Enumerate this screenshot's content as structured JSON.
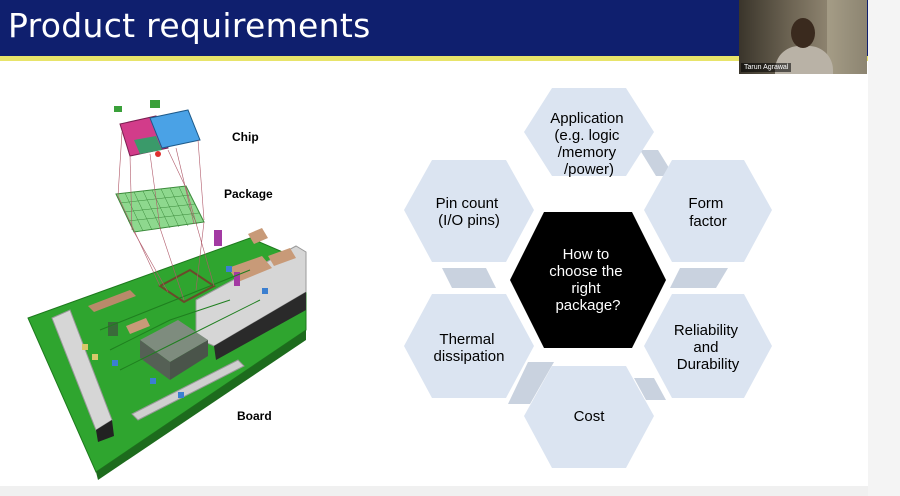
{
  "slide": {
    "title": "Product requirements",
    "header_color": "#0f1f6e",
    "stripe_color": "#e8e46a"
  },
  "participant": {
    "name": "Tarun Agrawal"
  },
  "diagram_labels": {
    "chip": "Chip",
    "package": "Package",
    "board": "Board"
  },
  "hexagons": {
    "center": [
      "How to",
      "choose the",
      "right",
      "package?"
    ],
    "application": [
      "Application",
      "(e.g. logic",
      "/memory",
      "/power)"
    ],
    "form_factor": [
      "Form",
      "factor"
    ],
    "reliability": [
      "Reliability",
      "and",
      "Durability"
    ],
    "cost": [
      "Cost"
    ],
    "thermal": [
      "Thermal",
      "dissipation"
    ],
    "pin_count": [
      "Pin count",
      "(I/O pins)"
    ]
  },
  "colors": {
    "hex_fill": "#dbe4f1",
    "center_fill": "#000000",
    "connector_fill": "#c9d2df",
    "board_green": "#2fa52f"
  }
}
